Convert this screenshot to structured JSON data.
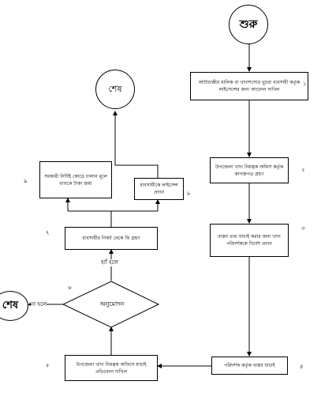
{
  "nodes": {
    "start": "শুরু",
    "end_top": "শেষ",
    "end_left": "শেষ",
    "step1": "আটাচাক্কীর মালিক বা খাদ্যশস্যের খুচরা ব্যবসায়ী কর্তৃক লাইসেন্সের জন্য আবেদন দাখিল",
    "step2": "উপজেলা খাদ্য নিয়ন্ত্রক অফিস কর্তৃক কাগজপত্র গ্রহণ",
    "step3": "বাস্তব তথ্য যাচাই করার জন্য খাদ্য পরিদর্শককে নির্দেশ প্রদান",
    "step4": "পরিদর্শক কর্তৃক বাস্তব যাচাই",
    "step5": "উপজেলা খাদ্য নিয়ন্ত্রক অফিসে যাচাই প্রতিবেদন দাখিল",
    "step6": "অনুমোদন",
    "step7": "ব্যবসায়ীর নিকট থেকে ফি গ্রহণ",
    "step8": "ব্যবসায়ীকে লাইসেন্স প্রদান",
    "step9": "সরকারী নির্দিষ্ট কোডে চালান মূলে ব্যাংকে টাকা জমা"
  },
  "numbers": {
    "n1": "১",
    "n2": "২",
    "n3": "৩",
    "n4": "৪",
    "n5": "৫",
    "n6": "৬",
    "n7": "৭",
    "n8": "৮",
    "n9": "৯"
  },
  "edges": {
    "yes": "হ্যাঁ হলে",
    "no": "না হলে"
  }
}
